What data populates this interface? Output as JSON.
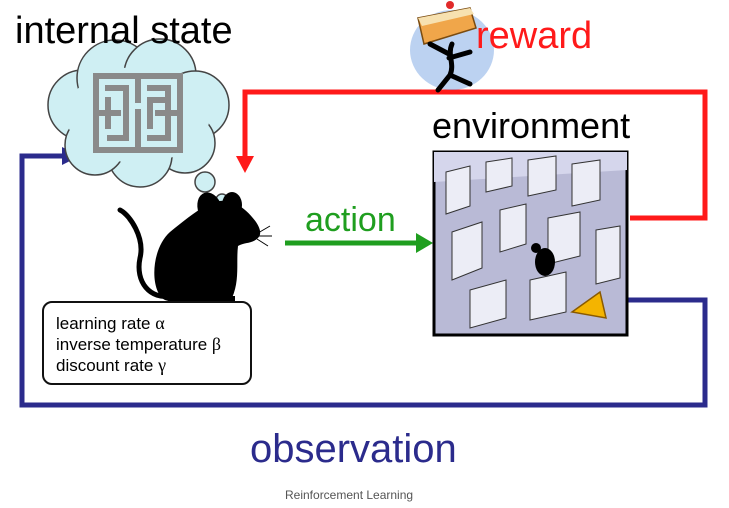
{
  "labels": {
    "internal_state": "internal state",
    "reward": "reward",
    "environment": "environment",
    "action": "action",
    "observation": "observation",
    "caption": "Reinforcement Learning"
  },
  "params": [
    {
      "name": "learning rate",
      "symbol": "α"
    },
    {
      "name": "inverse temperature",
      "symbol": "β"
    },
    {
      "name": "discount rate",
      "symbol": "γ"
    }
  ],
  "colors": {
    "reward": "#ff1a1a",
    "action": "#1f9e1f",
    "observation": "#2b2b8c",
    "cloud": "#cfeff3",
    "text": "#000000"
  },
  "icons": {
    "brain_cloud": "thought-cloud-maze-icon",
    "agent": "rat-silhouette-icon",
    "environment": "maze-scene-icon",
    "reward": "running-cake-figure-icon"
  }
}
